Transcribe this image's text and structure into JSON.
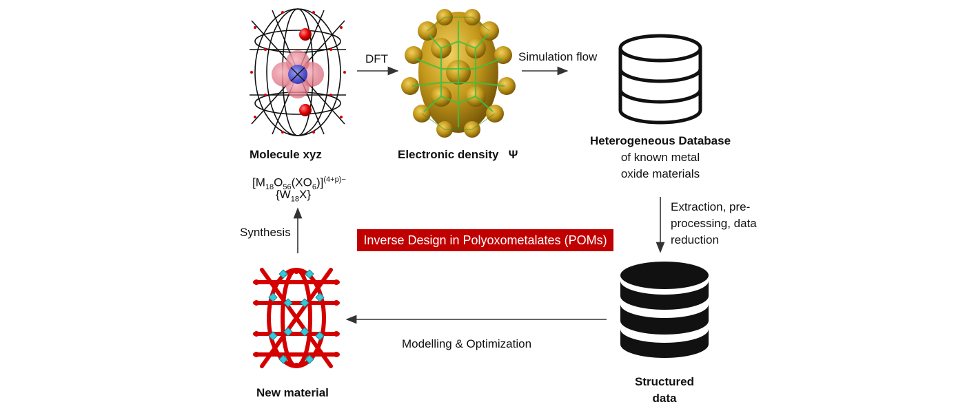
{
  "nodes": {
    "molecule": {
      "title": "Molecule   xyz",
      "formula_prefix": "[M",
      "formula_sub1": "18",
      "formula_mid1": "O",
      "formula_sub2": "56",
      "formula_mid2": "(XO",
      "formula_sub3": "6",
      "formula_mid3": ")]",
      "formula_sup": "(4+p)−",
      "formula2_prefix": "{W",
      "formula2_sub": "18",
      "formula2_suffix": "X}"
    },
    "electronic_density": {
      "title": "Electronic density",
      "symbol": "Ψ"
    },
    "database": {
      "title": "Heterogeneous Database",
      "line2": "of known metal",
      "line3": "oxide materials"
    },
    "structured_data": {
      "line1": "Structured",
      "line2": "data"
    },
    "new_material": {
      "title": "New material"
    }
  },
  "edges": {
    "dft": "DFT",
    "simulation_flow": "Simulation flow",
    "extraction_line1": "Extraction, pre-",
    "extraction_line2": "processing, data",
    "extraction_line3": "reduction",
    "modelling": "Modelling & Optimization",
    "synthesis": "Synthesis"
  },
  "banner": {
    "text": "Inverse Design in Polyoxometalates (POMs)"
  },
  "colors": {
    "banner_bg": "#c00000",
    "banner_text": "#ffffff",
    "arrow": "#333333",
    "database_outline": "#111111",
    "structured_fill": "#111111",
    "molecule_red": "#d40000",
    "molecule_cyan": "#35c8d8",
    "density_gold": "#b8860b",
    "density_green": "#3fbf3f",
    "pink_sphere": "#e88a9a",
    "blue_sphere": "#5a5ad8"
  },
  "icons": {
    "molecule_image": "pom-cage-wireframe-icon",
    "density_image": "electron-density-cloud-icon",
    "database_outline": "database-outline-icon",
    "database_filled": "database-filled-icon",
    "new_material_image": "pom-ball-stick-icon"
  }
}
